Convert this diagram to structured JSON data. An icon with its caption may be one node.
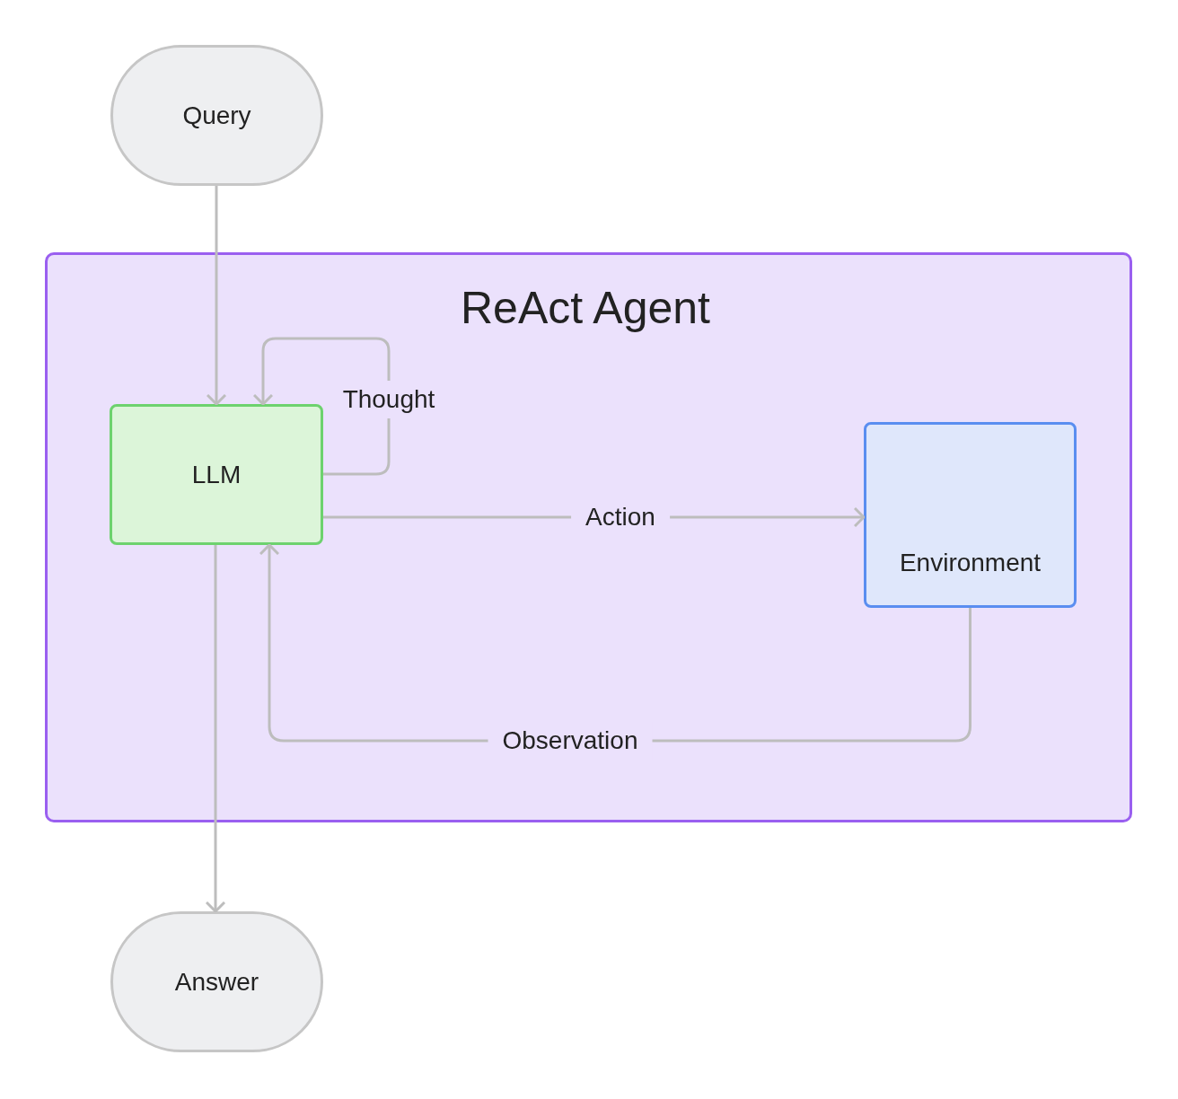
{
  "diagram": {
    "nodes": [
      {
        "text": [
          "Query"
        ]
      },
      {
        "text": [
          "ReAct Agent"
        ]
      },
      {
        "text": [
          "LLM"
        ],
        "in": 1
      },
      {
        "text": [
          "Environment"
        ],
        "in": 1
      },
      {
        "text": [
          "Answer"
        ]
      }
    ],
    "edges": [
      {
        "from": 0,
        "to": 2,
        "arrow": "to"
      },
      {
        "from": 2,
        "to": 2,
        "arrow": "to",
        "label": "Thought"
      },
      {
        "from": 2,
        "to": 3,
        "arrow": "to",
        "label": "Action"
      },
      {
        "from": 3,
        "to": 2,
        "arrow": "to",
        "label": "Observation"
      },
      {
        "from": 2,
        "to": 4,
        "arrow": "to"
      }
    ]
  }
}
